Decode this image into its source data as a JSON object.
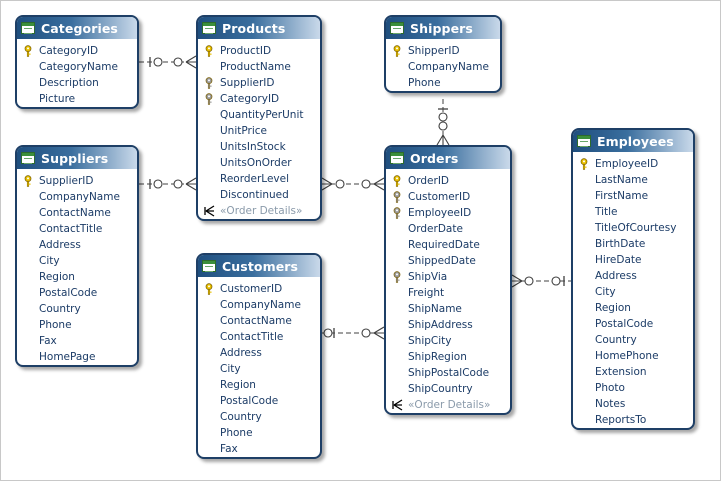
{
  "diagram": {
    "entities": [
      {
        "id": "categories",
        "title": "Categories",
        "fields": [
          {
            "name": "CategoryID",
            "key": "primary"
          },
          {
            "name": "CategoryName"
          },
          {
            "name": "Description"
          },
          {
            "name": "Picture"
          }
        ]
      },
      {
        "id": "products",
        "title": "Products",
        "fields": [
          {
            "name": "ProductID",
            "key": "primary"
          },
          {
            "name": "ProductName"
          },
          {
            "name": "SupplierID",
            "key": "foreign"
          },
          {
            "name": "CategoryID",
            "key": "foreign"
          },
          {
            "name": "QuantityPerUnit"
          },
          {
            "name": "UnitPrice"
          },
          {
            "name": "UnitsInStock"
          },
          {
            "name": "UnitsOnOrder"
          },
          {
            "name": "ReorderLevel"
          },
          {
            "name": "Discontinued"
          },
          {
            "name": "«Order Details»",
            "key": "navigation"
          }
        ]
      },
      {
        "id": "shippers",
        "title": "Shippers",
        "fields": [
          {
            "name": "ShipperID",
            "key": "primary"
          },
          {
            "name": "CompanyName"
          },
          {
            "name": "Phone"
          }
        ]
      },
      {
        "id": "suppliers",
        "title": "Suppliers",
        "fields": [
          {
            "name": "SupplierID",
            "key": "primary"
          },
          {
            "name": "CompanyName"
          },
          {
            "name": "ContactName"
          },
          {
            "name": "ContactTitle"
          },
          {
            "name": "Address"
          },
          {
            "name": "City"
          },
          {
            "name": "Region"
          },
          {
            "name": "PostalCode"
          },
          {
            "name": "Country"
          },
          {
            "name": "Phone"
          },
          {
            "name": "Fax"
          },
          {
            "name": "HomePage"
          }
        ]
      },
      {
        "id": "orders",
        "title": "Orders",
        "fields": [
          {
            "name": "OrderID",
            "key": "primary"
          },
          {
            "name": "CustomerID",
            "key": "foreign"
          },
          {
            "name": "EmployeeID",
            "key": "foreign"
          },
          {
            "name": "OrderDate"
          },
          {
            "name": "RequiredDate"
          },
          {
            "name": "ShippedDate"
          },
          {
            "name": "ShipVia",
            "key": "foreign"
          },
          {
            "name": "Freight"
          },
          {
            "name": "ShipName"
          },
          {
            "name": "ShipAddress"
          },
          {
            "name": "ShipCity"
          },
          {
            "name": "ShipRegion"
          },
          {
            "name": "ShipPostalCode"
          },
          {
            "name": "ShipCountry"
          },
          {
            "name": "«Order Details»",
            "key": "navigation"
          }
        ]
      },
      {
        "id": "employees",
        "title": "Employees",
        "fields": [
          {
            "name": "EmployeeID",
            "key": "primary"
          },
          {
            "name": "LastName"
          },
          {
            "name": "FirstName"
          },
          {
            "name": "Title"
          },
          {
            "name": "TitleOfCourtesy"
          },
          {
            "name": "BirthDate"
          },
          {
            "name": "HireDate"
          },
          {
            "name": "Address"
          },
          {
            "name": "City"
          },
          {
            "name": "Region"
          },
          {
            "name": "PostalCode"
          },
          {
            "name": "Country"
          },
          {
            "name": "HomePhone"
          },
          {
            "name": "Extension"
          },
          {
            "name": "Photo"
          },
          {
            "name": "Notes"
          },
          {
            "name": "ReportsTo"
          }
        ]
      },
      {
        "id": "customers",
        "title": "Customers",
        "fields": [
          {
            "name": "CustomerID",
            "key": "primary"
          },
          {
            "name": "CompanyName"
          },
          {
            "name": "ContactName"
          },
          {
            "name": "ContactTitle"
          },
          {
            "name": "Address"
          },
          {
            "name": "City"
          },
          {
            "name": "Region"
          },
          {
            "name": "PostalCode"
          },
          {
            "name": "Country"
          },
          {
            "name": "Phone"
          },
          {
            "name": "Fax"
          }
        ]
      }
    ],
    "relationships": [
      {
        "from": "categories",
        "to": "products",
        "cardinality": "one-to-many"
      },
      {
        "from": "suppliers",
        "to": "products",
        "cardinality": "one-to-many"
      },
      {
        "from": "shippers",
        "to": "orders",
        "cardinality": "one-to-many"
      },
      {
        "from": "products",
        "to": "orders",
        "cardinality": "many-to-many"
      },
      {
        "from": "customers",
        "to": "orders",
        "cardinality": "one-to-many"
      },
      {
        "from": "employees",
        "to": "orders",
        "cardinality": "one-to-many"
      }
    ],
    "colors": {
      "header_dark": "#1f4f7f",
      "header_light": "#c9d9ea",
      "border": "#1e3f66",
      "field_text": "#1b3b66",
      "primary_key": "#e8c000",
      "foreign_key": "#9a9a9a",
      "navigation_text": "#8a9aaa",
      "connector": "#404040"
    },
    "icons": {
      "table": "table-icon",
      "primary_key": "gold-key-icon",
      "foreign_key": "gray-key-icon",
      "navigation": "crows-foot-icon"
    }
  }
}
